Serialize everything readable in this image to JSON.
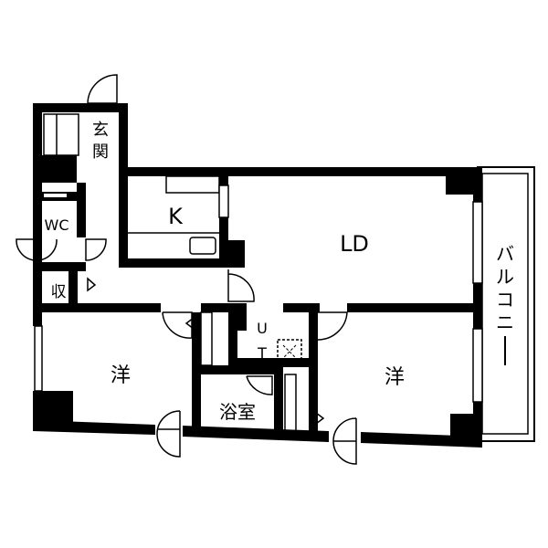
{
  "plan": {
    "type": "apartment floor plan",
    "layout": "2LDK",
    "rooms": {
      "genkan": "玄",
      "genkan2": "関",
      "wc": "WC",
      "storage": "収",
      "kitchen": "K",
      "ld": "LD",
      "western1": "洋",
      "western2": "洋",
      "ut_u": "U",
      "ut_t": "T",
      "bath": "浴室",
      "balcony": [
        "バ",
        "ル",
        "コ",
        "ニ",
        "ー"
      ]
    },
    "colors": {
      "wall": "#000000",
      "floor": "#ffffff"
    }
  }
}
